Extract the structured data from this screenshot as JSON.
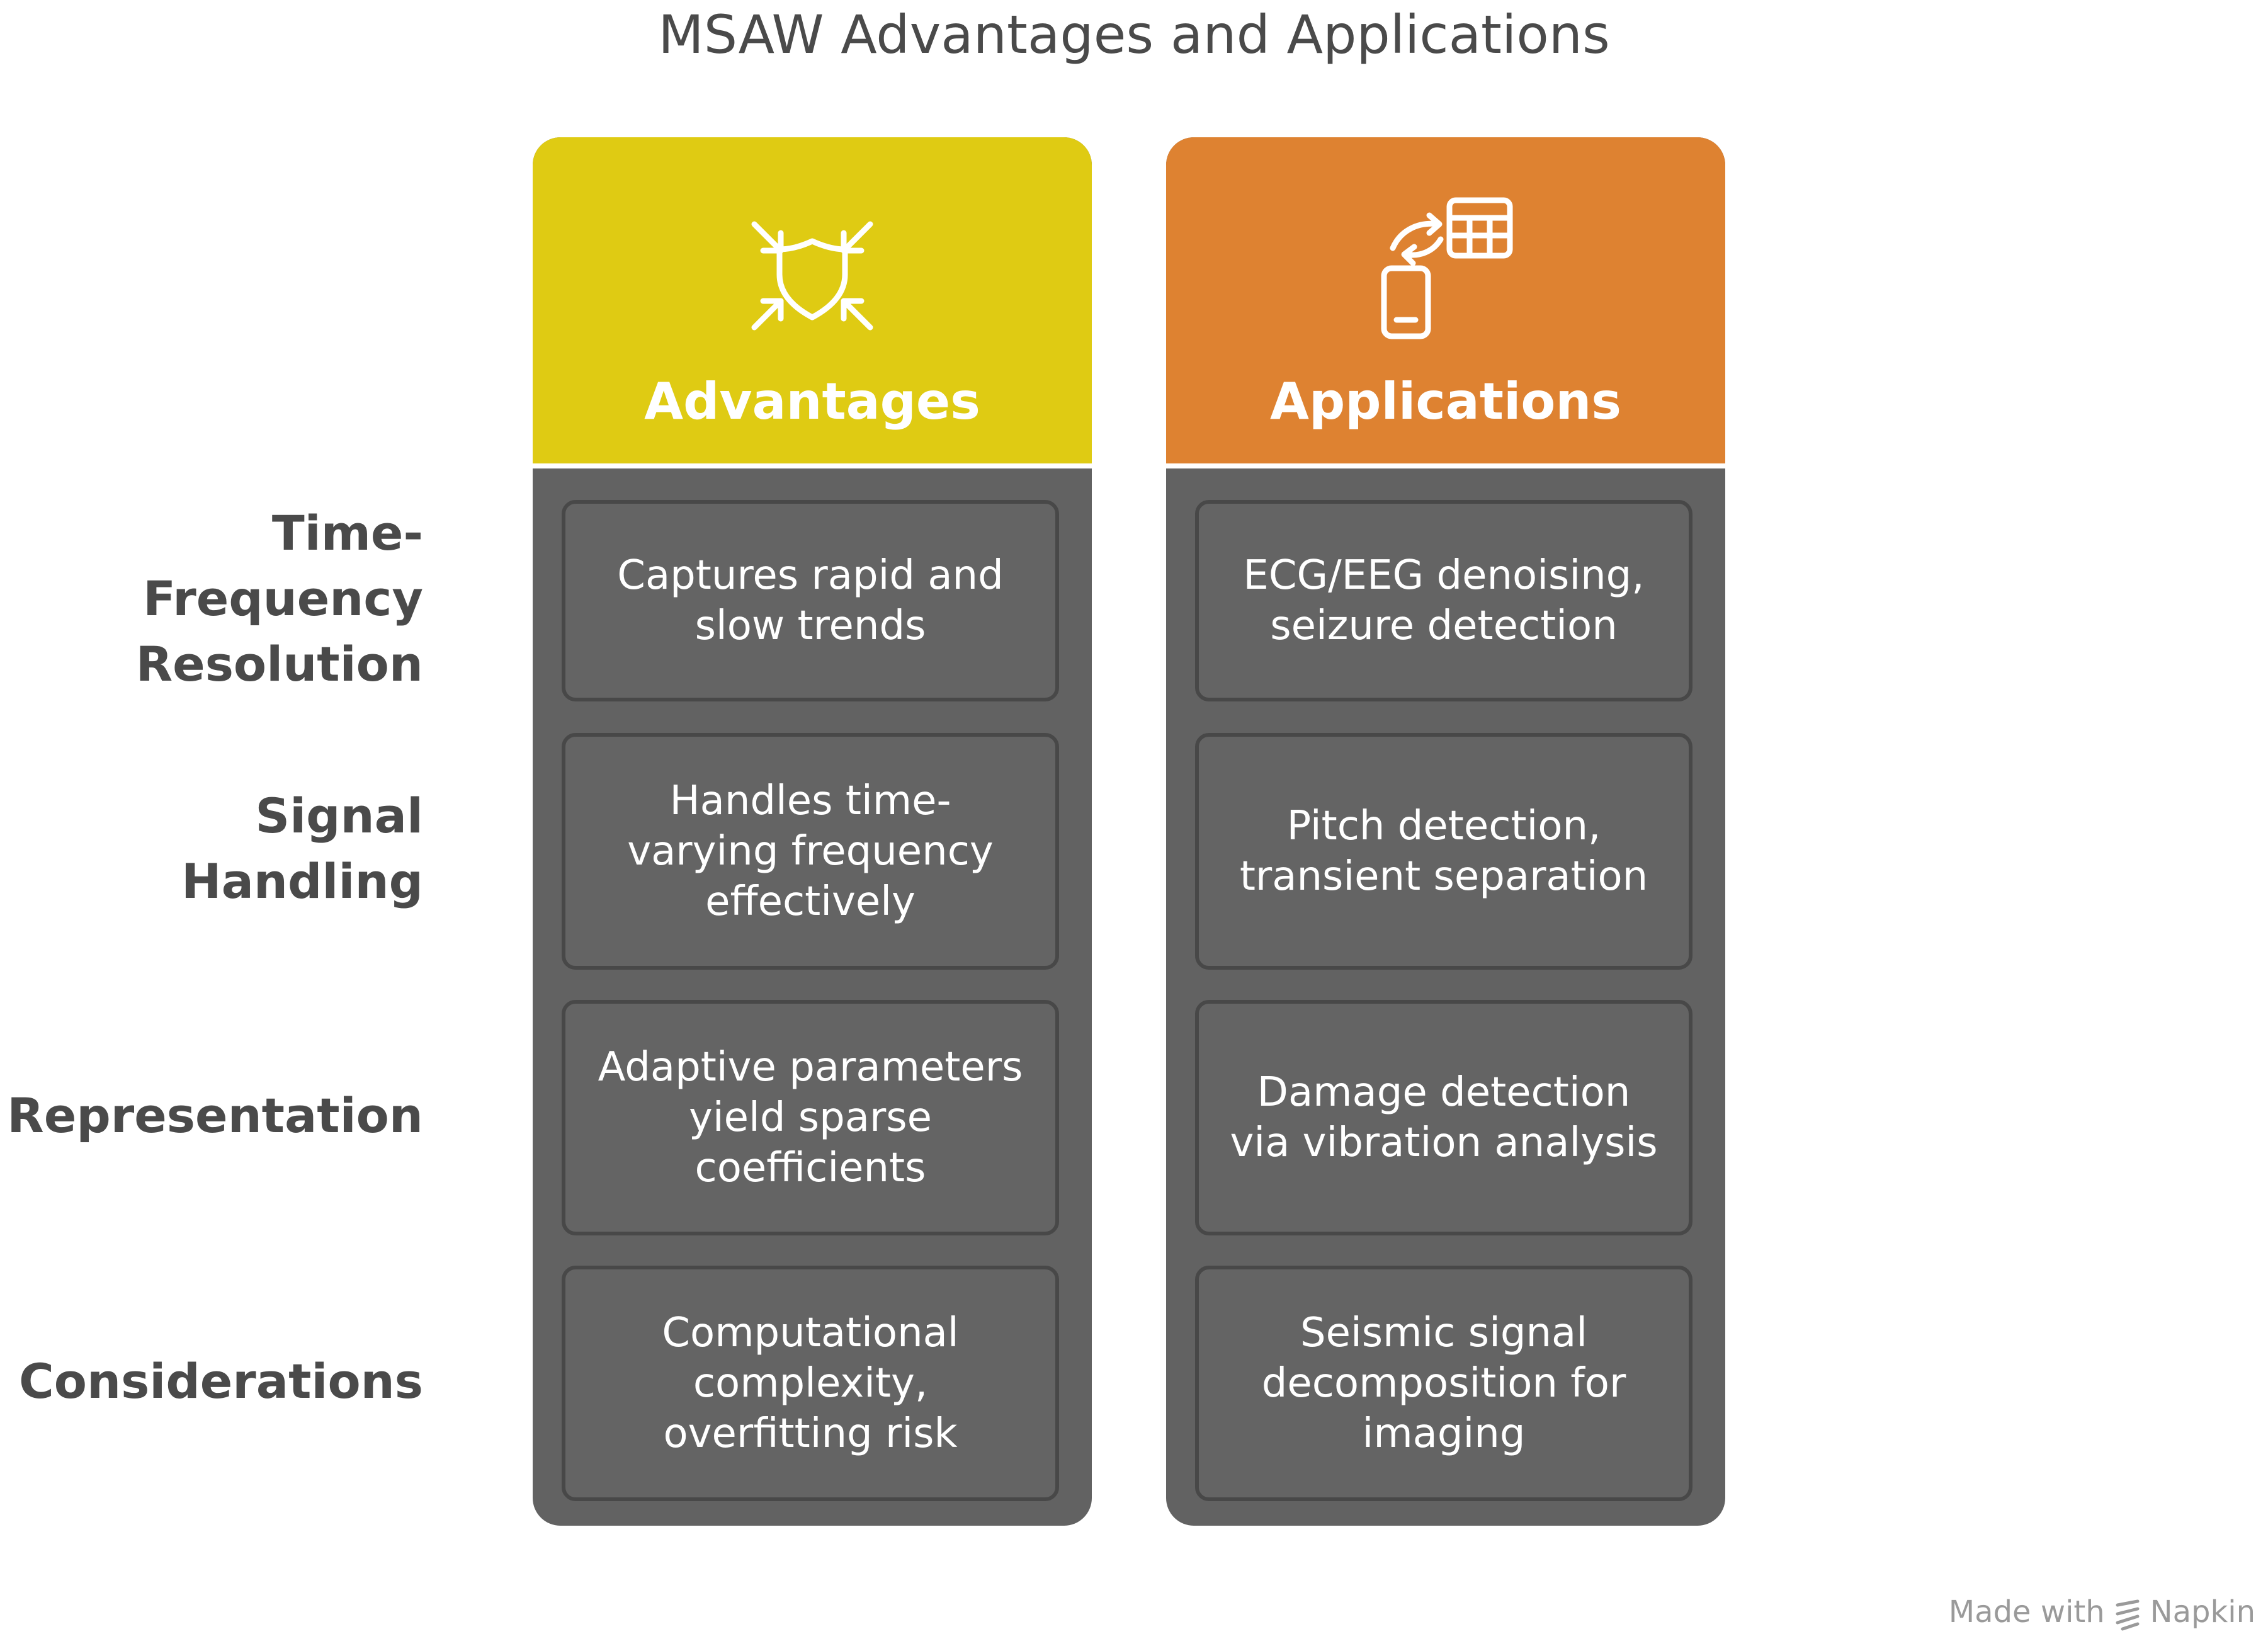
{
  "title": "MSAW Advantages and Applications",
  "row_labels": [
    "Time-Frequency\nResolution",
    "Signal Handling",
    "Representation",
    "Considerations"
  ],
  "columns": [
    {
      "heading": "Advantages",
      "icon": "shield-convergence-icon",
      "color": "#dfcb13",
      "cells": [
        "Captures rapid and\nslow trends",
        "Handles time-\nvarying frequency\neffectively",
        "Adaptive parameters\nyield sparse\ncoefficients",
        "Computational\ncomplexity,\noverfitting risk"
      ]
    },
    {
      "heading": "Applications",
      "icon": "device-data-transfer-icon",
      "color": "#de8231",
      "cells": [
        "ECG/EEG denoising,\nseizure detection",
        "Pitch detection,\ntransient separation",
        "Damage detection\nvia vibration analysis",
        "Seismic signal\ndecomposition for\nimaging"
      ]
    }
  ],
  "footer": {
    "made_with": "Made with",
    "brand": "Napkin"
  }
}
